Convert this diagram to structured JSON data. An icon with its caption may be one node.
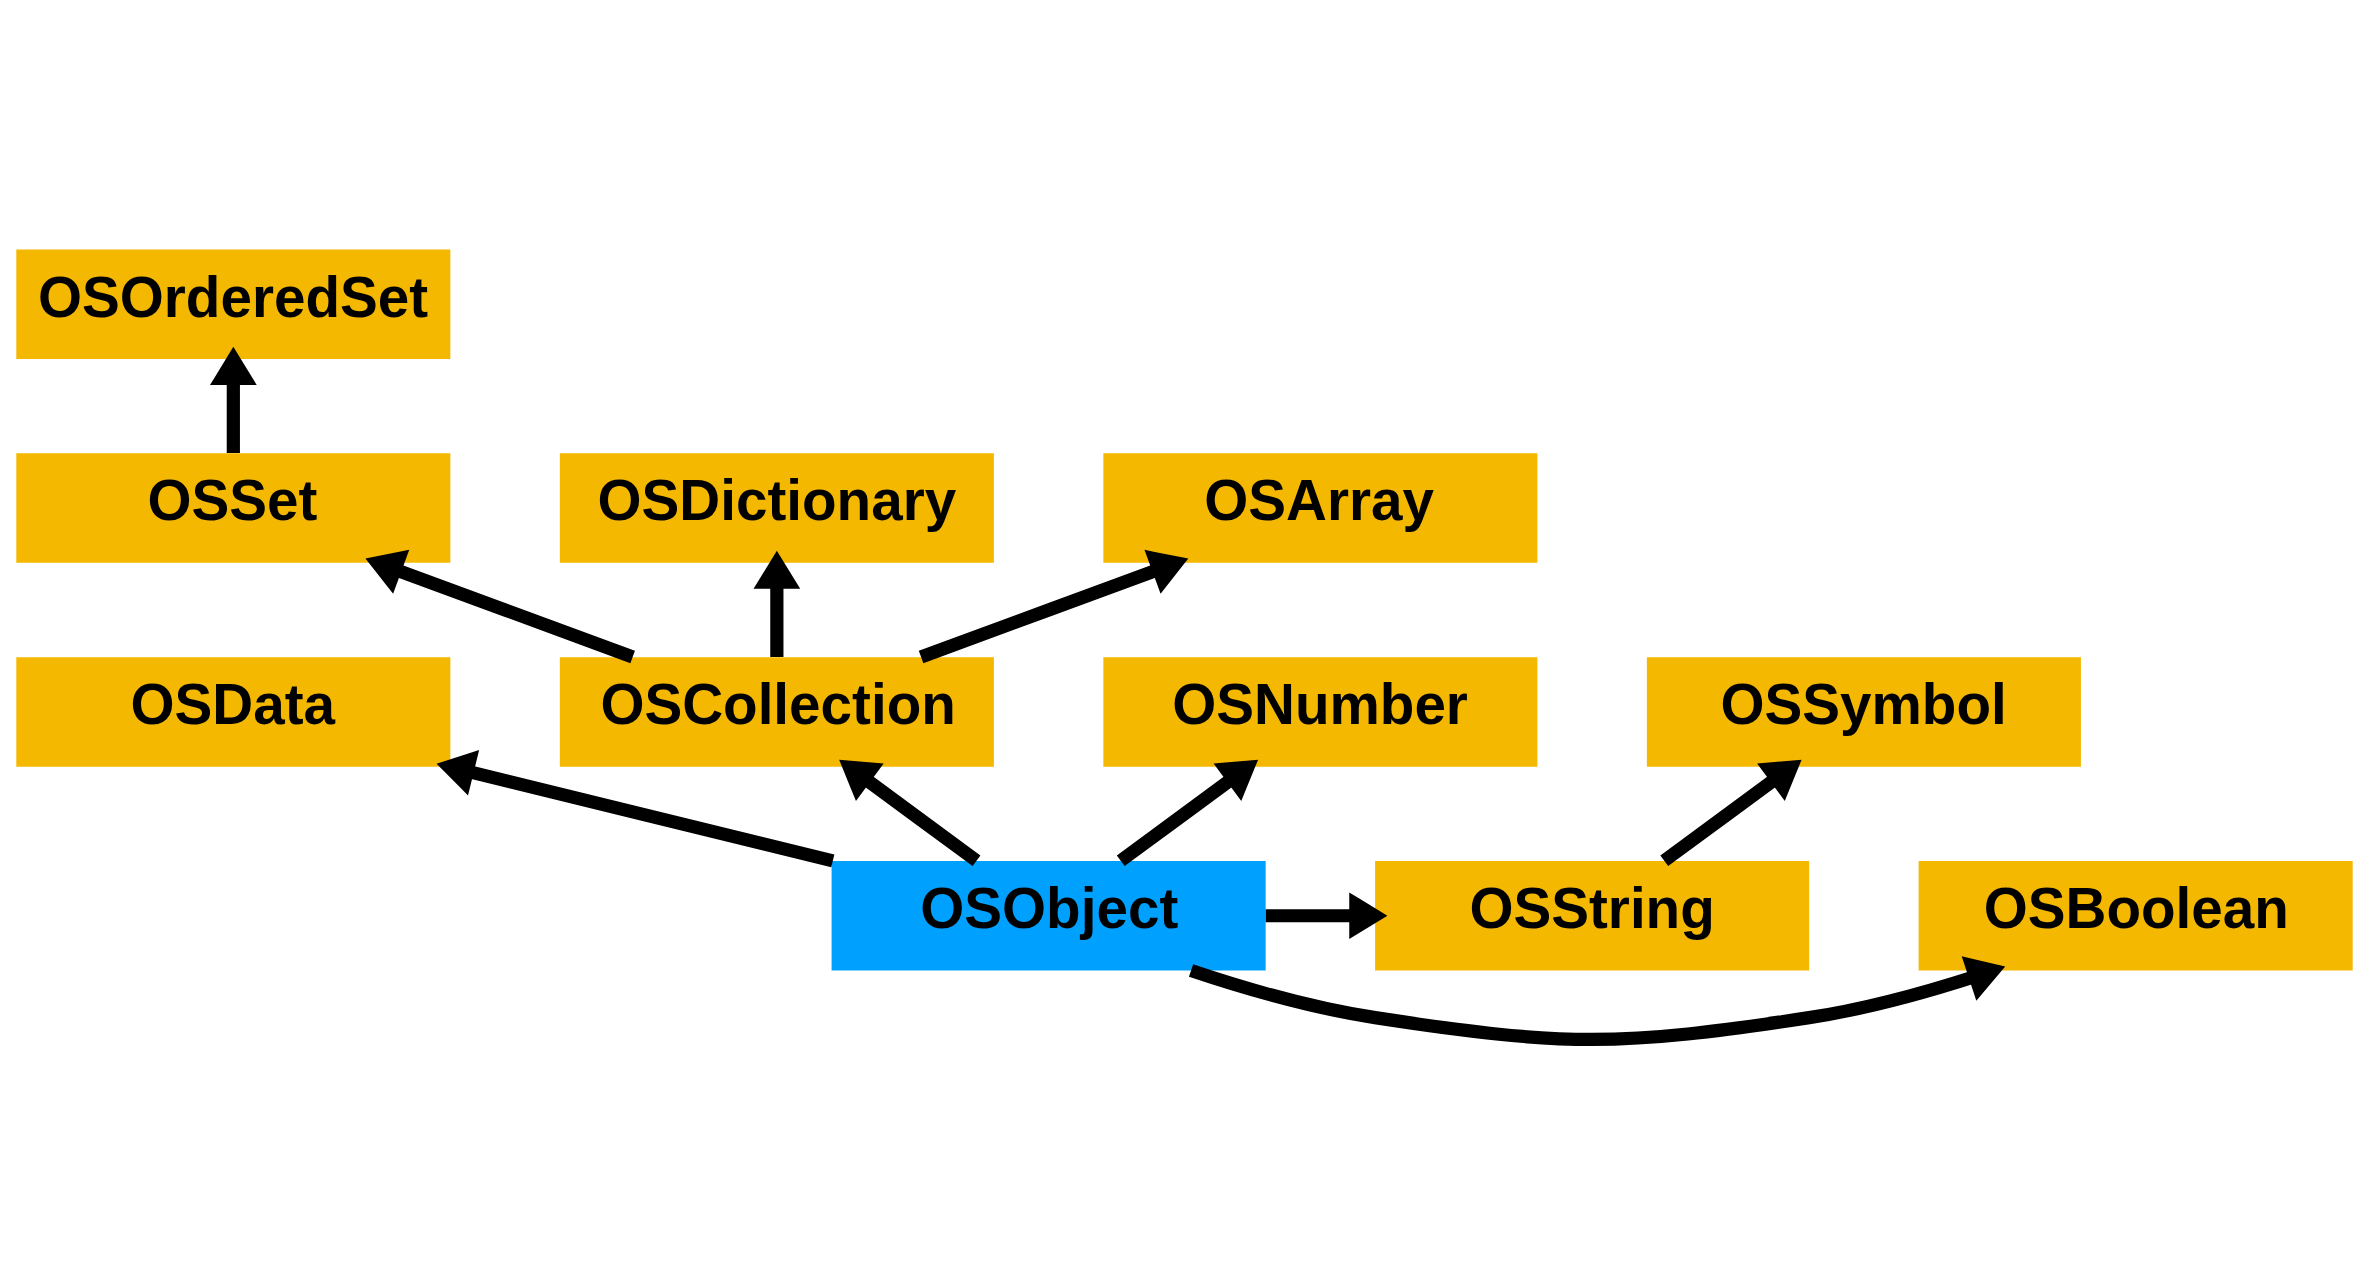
{
  "diagram": {
    "nodes": [
      {
        "text": [
          "OSOrderedSet"
        ]
      },
      {
        "text": [
          "OSSet"
        ]
      },
      {
        "text": [
          "OSDictionary"
        ]
      },
      {
        "text": [
          "OSArray"
        ]
      },
      {
        "text": [
          "OSData"
        ]
      },
      {
        "text": [
          "OSCollection"
        ]
      },
      {
        "text": [
          "OSNumber"
        ]
      },
      {
        "text": [
          "OSSymbol"
        ]
      },
      {
        "text": [
          "OSBoolean"
        ]
      },
      {
        "text": [
          "OSObject"
        ]
      },
      {
        "text": [
          "OSString"
        ]
      }
    ],
    "edges": [
      {
        "from": 1,
        "to": 0,
        "arrow": "to"
      },
      {
        "from": 5,
        "to": 1,
        "arrow": "to"
      },
      {
        "from": 5,
        "to": 2,
        "arrow": "to"
      },
      {
        "from": 5,
        "to": 3,
        "arrow": "to"
      },
      {
        "from": 9,
        "to": 4,
        "arrow": "to"
      },
      {
        "from": 9,
        "to": 5,
        "arrow": "to"
      },
      {
        "from": 9,
        "to": 6,
        "arrow": "to"
      },
      {
        "from": 9,
        "to": 8,
        "arrow": "to"
      },
      {
        "from": 9,
        "to": 10,
        "arrow": "to"
      },
      {
        "from": 10,
        "to": 7,
        "arrow": "to"
      }
    ]
  }
}
